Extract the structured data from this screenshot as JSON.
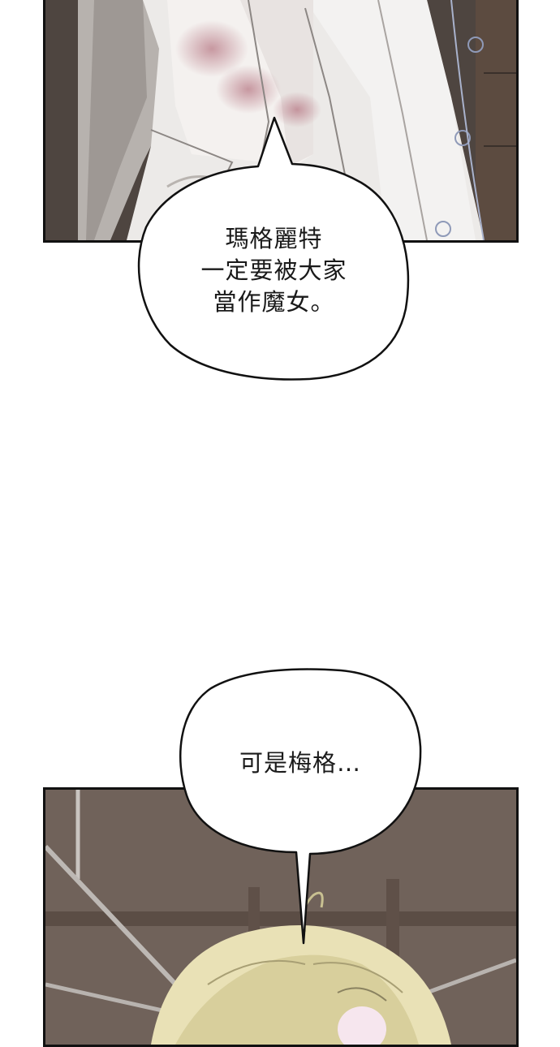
{
  "panels": {
    "top": {
      "caption": ""
    },
    "bottom": {
      "caption": ""
    }
  },
  "bubble_1": {
    "lines": [
      "瑪格麗特",
      "一定要被大家",
      "當作魔女。"
    ]
  },
  "bubble_2": {
    "lines": [
      "可是梅格…"
    ]
  },
  "colors": {
    "panel_border": "#111111",
    "bubble_fill": "#ffffff",
    "bubble_stroke": "#111111",
    "text": "#1a1a1a",
    "bruise": "#b87a86",
    "hair": "#e9e1b6"
  }
}
